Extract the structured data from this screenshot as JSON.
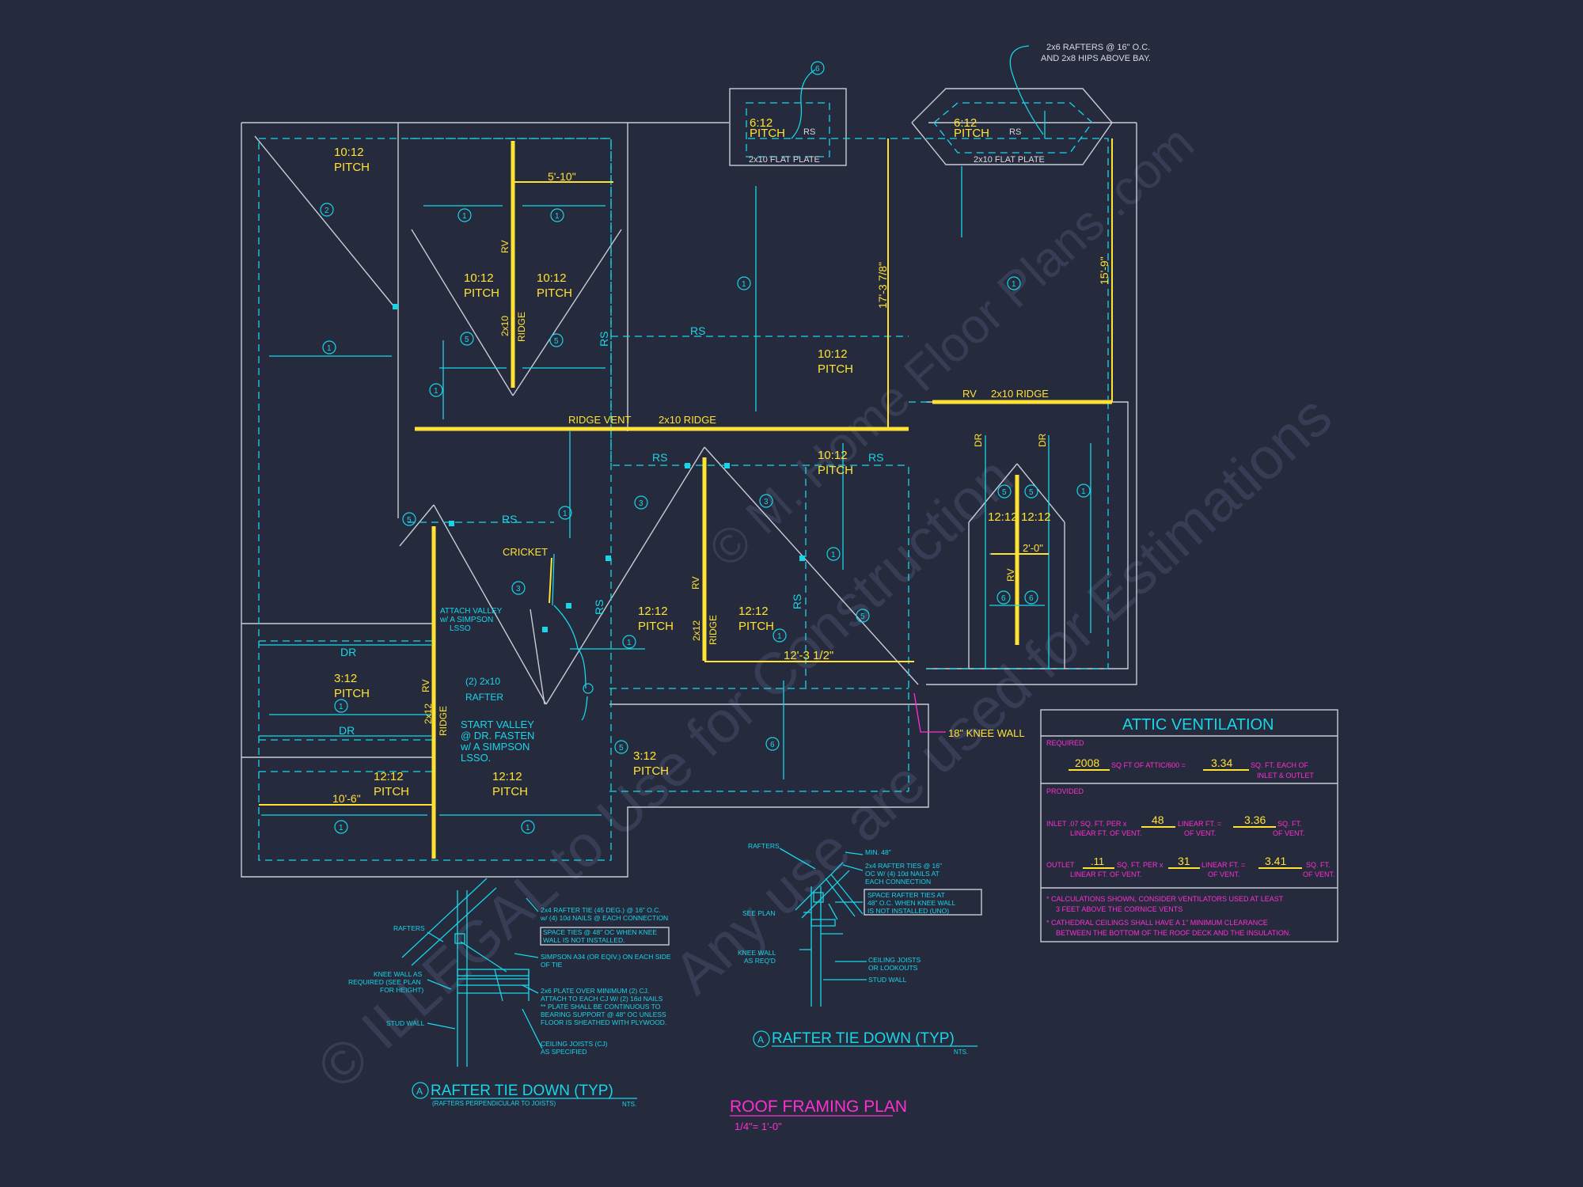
{
  "watermark": {
    "line1": "© ILLEGAL to Use for Construction",
    "line2": "Any use are used for Estimations",
    "site": "© M. Home Floor Plans .com"
  },
  "callouts": {
    "rafters_2x6": "2x6 RAFTERS @ 16\" O.C.",
    "hips_2x8": "AND 2x8 HIPS ABOVE BAY.",
    "flat_plate": "2x10 FLAT PLATE",
    "ridge_vent": "RIDGE VENT",
    "ridge_2x10": "2x10 RIDGE",
    "rv": "RV",
    "rs": "RS",
    "dr": "DR",
    "ridge": "RIDGE",
    "r2x10": "2x10",
    "r2x12": "2x12",
    "cricket": "CRICKET",
    "attach_valley": [
      "ATTACH VALLEY",
      "w/ A SIMPSON",
      "LSSO"
    ],
    "two_2x10": "(2) 2x10",
    "rafter": "RAFTER",
    "start_valley": [
      "START VALLEY",
      "@ DR. FASTEN",
      "w/ A SIMPSON",
      "LSSO."
    ],
    "knee_wall": "18\" KNEE WALL"
  },
  "pitches": {
    "p10": "10:12",
    "p6": "6:12",
    "p12": "12:12",
    "p3": "3:12",
    "pitch": "PITCH"
  },
  "dimensions": {
    "d_5_10": "5'-10\"",
    "d_17_3": "17'-3 7/8\"",
    "d_15_9": "15'-9\"",
    "d_12_3": "12'-3 1/2\"",
    "d_2_0": "2'-0\"",
    "d_10_6": "10'-6\""
  },
  "tags": {
    "t1": "1",
    "t2": "2",
    "t3": "3",
    "t5": "5",
    "t6": "6"
  },
  "detail_left": {
    "title": "RAFTER TIE DOWN (TYP)",
    "subtitle": "(RAFTERS PERPENDICULAR TO JOISTS)",
    "scale": "NTS.",
    "marker": "A",
    "notes": [
      "2x4 RAFTER TIE (45 DEG.) @ 16\" O.C.",
      "w/ (4) 10d NAILS @ EACH CONNECTION",
      "SPACE TIES @ 48\" OC WHEN KNEE",
      "WALL IS NOT INSTALLED.",
      "SIMPSON A34 (OR EQIV.) ON EACH SIDE",
      "OF TIE",
      "2x6 PLATE OVER MINIMUM (2) CJ.",
      "ATTACH TO EACH CJ W/ (2) 16d NAILS",
      "** PLATE SHALL BE CONTINUOUS TO",
      "BEARING SUPPORT @ 48\" OC UNLESS",
      "FLOOR IS SHEATHED WITH PLYWOOD.",
      "CEILING JOISTS (CJ)",
      "AS SPECIFIED"
    ],
    "labels": {
      "rafters": "RAFTERS",
      "knee": [
        "KNEE WALL AS",
        "REQUIRED (SEE PLAN",
        "FOR HEIGHT)"
      ],
      "stud": "STUD WALL"
    }
  },
  "detail_right": {
    "title": "RAFTER TIE DOWN (TYP)",
    "scale": "NTS.",
    "marker": "A",
    "labels": {
      "rafters": "RAFTERS",
      "min": "MIN. 48\"",
      "ties": [
        "2x4 RAFTER TIES @ 16\"",
        "OC W/ (4) 10d NAILS AT",
        "EACH CONNECTION"
      ],
      "space": [
        "SPACE RAFTER TIES AT",
        "48\" O.C. WHEN KNEE WALL",
        "IS NOT INSTALLED (UNO)"
      ],
      "see_plan": "SEE PLAN",
      "knee": [
        "KNEE WALL",
        "AS REQ'D"
      ],
      "joists": [
        "CEILING JOISTS",
        "OR LOOKOUTS"
      ],
      "stud": "STUD WALL"
    }
  },
  "plan_title": {
    "title": "ROOF FRAMING PLAN",
    "scale": "1/4\"= 1'-0\""
  },
  "attic": {
    "title": "ATTIC VENTILATION",
    "required": "REQUIRED",
    "req_value": "2008",
    "req_text": "SQ FT OF ATTIC/600 =",
    "req_result": "3.34",
    "req_unit": [
      "SQ. FT. EACH OF",
      "INLET & OUTLET"
    ],
    "provided": "PROVIDED",
    "inlet_label": [
      "INLET .07 SQ. FT. PER x",
      "LINEAR FT. OF VENT."
    ],
    "inlet_len": "48",
    "inlet_mid": [
      "LINEAR FT. =",
      "OF VENT."
    ],
    "inlet_result": "3.36",
    "inlet_unit": [
      "SQ. FT.",
      "OF VENT."
    ],
    "outlet_label": "OUTLET",
    "outlet_rate": ".11",
    "outlet_per": [
      "SQ. FT. PER x",
      "LINEAR FT. OF VENT."
    ],
    "outlet_len": "31",
    "outlet_mid": [
      "LINEAR FT. =",
      "OF VENT."
    ],
    "outlet_result": "3.41",
    "outlet_unit": [
      "SQ. FT.",
      "OF VENT."
    ],
    "notes": [
      "* CALCULATIONS SHOWN, CONSIDER VENTILATORS USED AT LEAST",
      "3 FEET ABOVE THE CORNICE VENTS",
      "* CATHEDRAL CEILINGS SHALL HAVE A 1\" MINIMUM CLEARANCE",
      "BETWEEN THE BOTTOM OF THE ROOF DECK AND THE INSULATION."
    ]
  },
  "colors": {
    "background": "#252a3c",
    "wall": "#c9ccd6",
    "framing": "#18d6e8",
    "dimension": "#ffe233",
    "title": "#ff2fd2"
  }
}
